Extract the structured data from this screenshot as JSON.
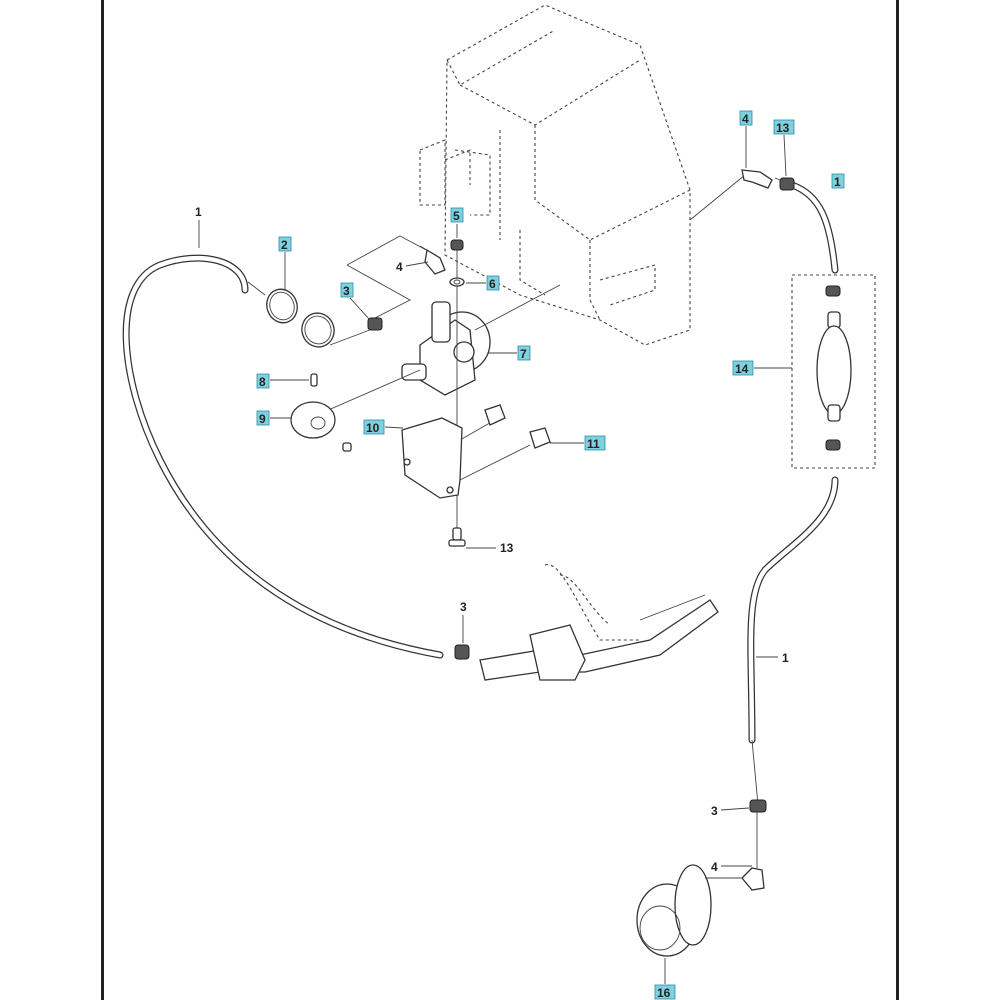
{
  "callouts": {
    "c1a": "1",
    "c1b": "1",
    "c1c": "1",
    "c2": "2",
    "c3a": "3",
    "c3b": "3",
    "c3c": "3",
    "c4a": "4",
    "c4b": "4",
    "c4c": "4",
    "c5": "5",
    "c6": "6",
    "c7": "7",
    "c8": "8",
    "c9": "9",
    "c10": "10",
    "c11": "11",
    "c13a": "13",
    "c13b": "13",
    "c14": "14",
    "c16": "16"
  },
  "colors": {
    "highlight": "#7fd1df",
    "line": "#333333",
    "background": "#ffffff"
  }
}
